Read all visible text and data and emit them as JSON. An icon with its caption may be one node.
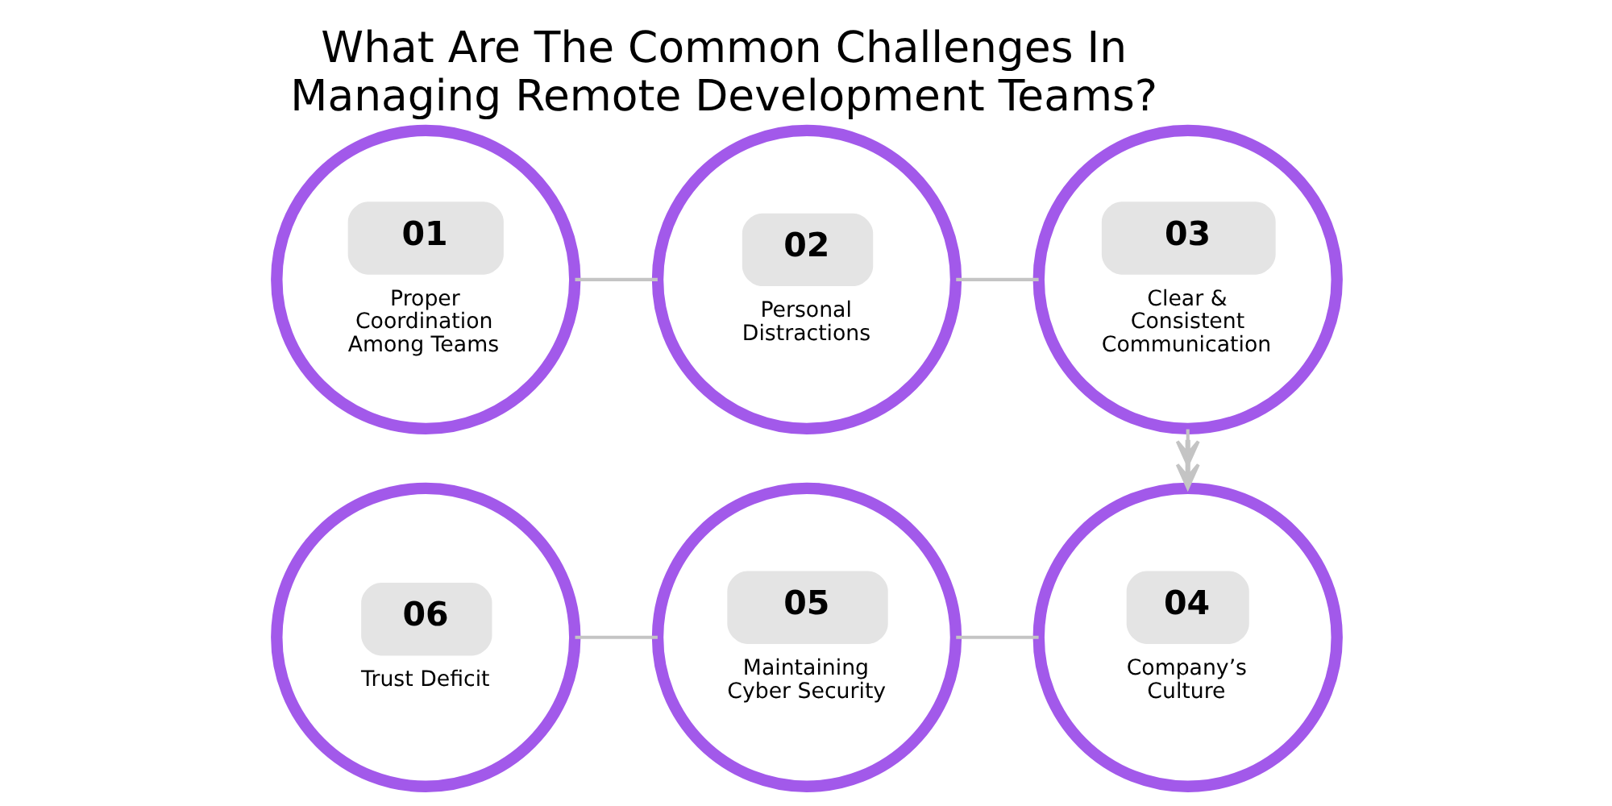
{
  "diagram": {
    "title": "What Are The Common Challenges In Managing Remote Development Teams?",
    "nodes": [
      {
        "text": [
          "01",
          "Proper Coordination Among Teams"
        ]
      },
      {
        "text": [
          "02",
          "Personal Distractions"
        ]
      },
      {
        "text": [
          "03",
          "Clear & Consistent Communication"
        ]
      },
      {
        "text": [
          "04",
          "Company’s Culture"
        ]
      },
      {
        "text": [
          "05",
          "Maintaining Cyber Security"
        ]
      },
      {
        "text": [
          "06",
          "Trust Deficit"
        ]
      }
    ],
    "edges": [
      {
        "from": 0,
        "to": 1,
        "arrow": "none"
      },
      {
        "from": 1,
        "to": 2,
        "arrow": "none"
      },
      {
        "from": 2,
        "to": 3,
        "arrow": "to"
      },
      {
        "from": 3,
        "to": 4,
        "arrow": "none"
      },
      {
        "from": 4,
        "to": 5,
        "arrow": "none"
      }
    ]
  }
}
